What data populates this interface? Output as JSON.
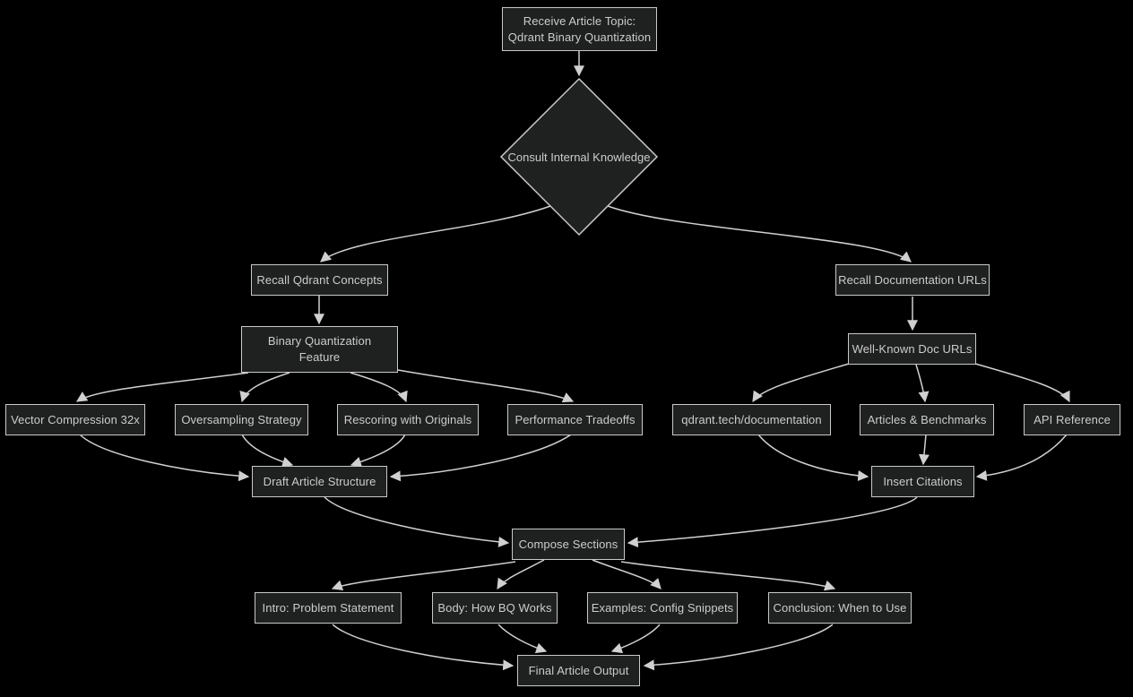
{
  "diagram": {
    "type": "flowchart",
    "background_color": "#000000",
    "node_fill_color": "#1f2020",
    "node_border_color": "#c9c9c9",
    "text_color": "#cccccc",
    "edge_color": "#d0d0d0",
    "nodes": {
      "topic": {
        "shape": "rect",
        "line1": "Receive Article Topic:",
        "line2": "Qdrant Binary Quantization"
      },
      "consult": {
        "shape": "diamond",
        "label": "Consult Internal Knowledge"
      },
      "recall_concepts": {
        "shape": "rect",
        "label": "Recall Qdrant Concepts"
      },
      "recall_urls": {
        "shape": "rect",
        "label": "Recall Documentation URLs"
      },
      "bq_feature": {
        "shape": "rect",
        "line1": "Binary Quantization",
        "line2": "Feature"
      },
      "doc_urls": {
        "shape": "rect",
        "label": "Well-Known Doc URLs"
      },
      "vector": {
        "shape": "rect",
        "label": "Vector Compression 32x"
      },
      "oversampling": {
        "shape": "rect",
        "label": "Oversampling Strategy"
      },
      "rescoring": {
        "shape": "rect",
        "label": "Rescoring with Originals"
      },
      "perf": {
        "shape": "rect",
        "label": "Performance Tradeoffs"
      },
      "qdrant_docs": {
        "shape": "rect",
        "label": "qdrant.tech/documentation"
      },
      "articles": {
        "shape": "rect",
        "label": "Articles & Benchmarks"
      },
      "api_ref": {
        "shape": "rect",
        "label": "API Reference"
      },
      "draft": {
        "shape": "rect",
        "label": "Draft Article Structure"
      },
      "citations": {
        "shape": "rect",
        "label": "Insert Citations"
      },
      "compose": {
        "shape": "rect",
        "label": "Compose Sections"
      },
      "intro": {
        "shape": "rect",
        "label": "Intro: Problem Statement"
      },
      "body_sec": {
        "shape": "rect",
        "label": "Body: How BQ Works"
      },
      "examples": {
        "shape": "rect",
        "label": "Examples: Config Snippets"
      },
      "conclusion": {
        "shape": "rect",
        "label": "Conclusion: When to Use"
      },
      "final": {
        "shape": "rect",
        "label": "Final Article Output"
      }
    },
    "edges": [
      "topic -> consult",
      "consult -> recall_concepts",
      "consult -> recall_urls",
      "recall_concepts -> bq_feature",
      "recall_urls -> doc_urls",
      "bq_feature -> vector",
      "bq_feature -> oversampling",
      "bq_feature -> rescoring",
      "bq_feature -> perf",
      "doc_urls -> qdrant_docs",
      "doc_urls -> articles",
      "doc_urls -> api_ref",
      "vector -> draft",
      "oversampling -> draft",
      "rescoring -> draft",
      "perf -> draft",
      "qdrant_docs -> citations",
      "articles -> citations",
      "api_ref -> citations",
      "draft -> compose",
      "citations -> compose",
      "compose -> intro",
      "compose -> body_sec",
      "compose -> examples",
      "compose -> conclusion",
      "intro -> final",
      "body_sec -> final",
      "examples -> final",
      "conclusion -> final"
    ]
  }
}
